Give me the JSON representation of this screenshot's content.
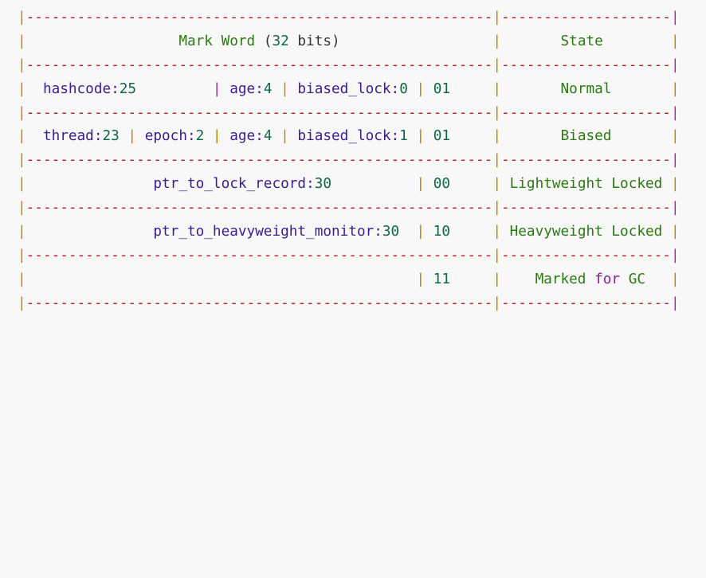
{
  "pipe": "|",
  "dash_left": "-------------------------------------------------------",
  "dash_right": "--------------------",
  "header": {
    "mark": "Mark",
    "word": "Word",
    "paren_open": "(",
    "bits_num": "32",
    "bits": "bits)",
    "state": "State"
  },
  "rows": [
    {
      "fields": [
        "hashcode:",
        "25",
        "age:",
        "4",
        "biased_lock:",
        "0"
      ],
      "lock": "01",
      "state": "Normal"
    },
    {
      "fields": [
        "thread:",
        "23",
        "epoch:",
        "2",
        "age:",
        "4",
        "biased_lock:",
        "1"
      ],
      "lock": "01",
      "state": "Biased"
    },
    {
      "fields": [
        "ptr_to_lock_record:",
        "30"
      ],
      "lock": "00",
      "state": [
        "Lightweight",
        "Locked"
      ]
    },
    {
      "fields": [
        "ptr_to_heavyweight_monitor:",
        "30"
      ],
      "lock": "10",
      "state": [
        "Heavyweight",
        "Locked"
      ]
    },
    {
      "lock": "11",
      "state": [
        "Marked",
        "for",
        "GC"
      ]
    }
  ]
}
